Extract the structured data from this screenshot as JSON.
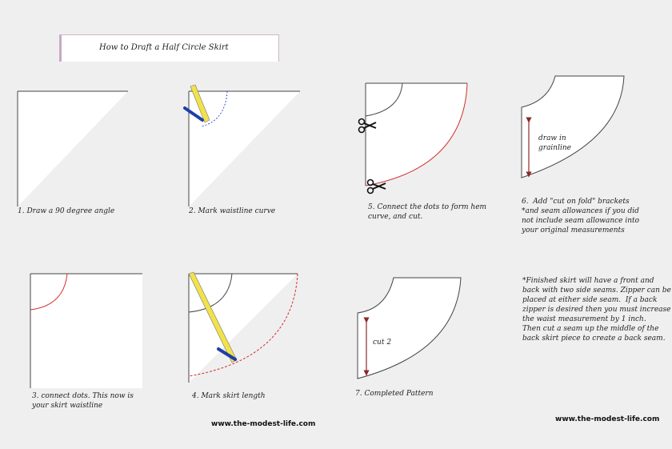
{
  "title": "How to Draft a Half Circle Skirt",
  "steps": {
    "s1": "1. Draw a 90 degree angle",
    "s2": "2. Mark waistline curve",
    "s3": "3. connect dots. This now is\nyour skirt waistline",
    "s4": "4. Mark skirt length",
    "s5": "5. Connect the dots to form hem\ncurve, and cut.",
    "s6": "6.  Add \"cut on fold\" brackets\n*and seam allowances if you did\nnot include seam allowance into\nyour original measurements",
    "s7": "7. Completed Pattern"
  },
  "labels": {
    "grainline": "draw in\ngrainline",
    "cut2": "cut 2"
  },
  "note": "*Finished skirt will have a front and\nback with two side seams. Zipper can be\nplaced at either side seam.  If a back\nzipper is desired then you must increase\nthe waist measurement by 1 inch.\nThen cut a seam up the middle of the\nback skirt piece to create a back seam.",
  "credits": {
    "left": "www.the-modest-life.com",
    "right": "www.the-modest-life.com"
  },
  "colors": {
    "line": "#444444",
    "red": "#d0302a",
    "ruler": "#f2e24a",
    "pencil": "#1d3fa8",
    "paper": "#ffffff"
  }
}
